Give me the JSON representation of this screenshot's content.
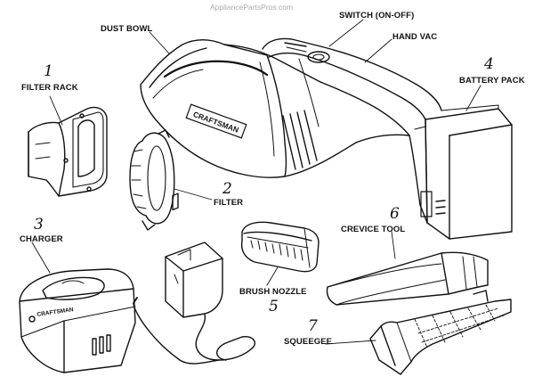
{
  "watermark": "AppliancePartsPros.com",
  "brand": "CRAFTSMAN",
  "labels": {
    "dust_bowl": "DUST BOWL",
    "switch": "SWITCH (ON-OFF)",
    "hand_vac": "HAND VAC",
    "battery_pack": "BATTERY PACK",
    "filter_rack": "FILTER RACK",
    "filter": "FILTER",
    "charger": "CHARGER",
    "crevice_tool": "CREVICE TOOL",
    "brush_nozzle": "BRUSH NOZZLE",
    "squeegee": "SQUEEGEE"
  },
  "numbers": {
    "filter_rack": "1",
    "filter": "2",
    "charger": "3",
    "battery_pack": "4",
    "brush_nozzle": "5",
    "crevice_tool": "6",
    "squeegee": "7"
  }
}
